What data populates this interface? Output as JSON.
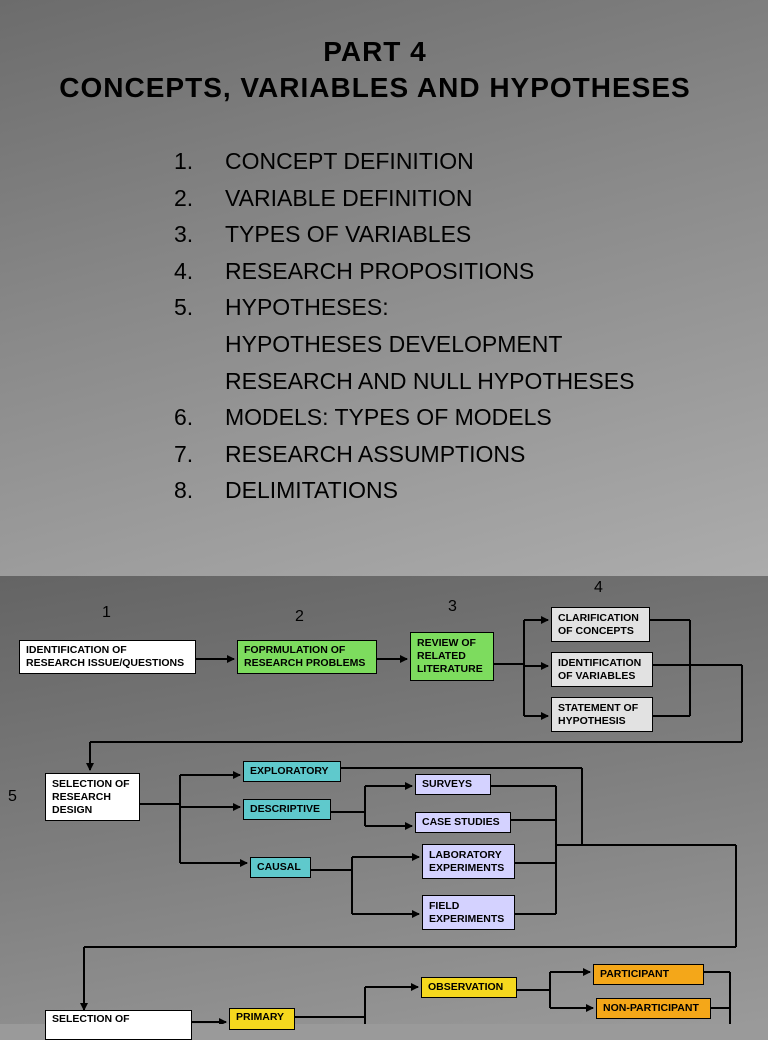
{
  "slide1": {
    "title_line1": "PART 4",
    "title_line2": "CONCEPTS, VARIABLES AND HYPOTHESES",
    "outline": [
      {
        "num": "1.",
        "text": "CONCEPT DEFINITION"
      },
      {
        "num": "2.",
        "text": "VARIABLE DEFINITION"
      },
      {
        "num": "3.",
        "text": "TYPES OF VARIABLES"
      },
      {
        "num": "4.",
        "text": "RESEARCH PROPOSITIONS"
      },
      {
        "num": "5.",
        "text": "HYPOTHESES:"
      },
      {
        "num": "",
        "text": "HYPOTHESES DEVELOPMENT"
      },
      {
        "num": "",
        "text": "RESEARCH AND NULL HYPOTHESES"
      },
      {
        "num": "6.",
        "text": "MODELS: TYPES OF MODELS"
      },
      {
        "num": "7.",
        "text": "RESEARCH ASSUMPTIONS"
      },
      {
        "num": "8.",
        "text": "DELIMITATIONS"
      }
    ]
  },
  "flowchart": {
    "step_numbers": {
      "s1": "1",
      "s2": "2",
      "s3": "3",
      "s4": "4",
      "s5": "5"
    },
    "boxes": {
      "identification": "IDENTIFICATION OF\nRESEARCH ISSUE/QUESTIONS",
      "formulation": "FOPRMULATION OF\nRESEARCH PROBLEMS",
      "review": "REVIEW OF\nRELATED\nLITERATURE",
      "clarification": "CLARIFICATION\nOF CONCEPTS",
      "ident_variables": "IDENTIFICATION\nOF VARIABLES",
      "statement": "STATEMENT OF\nHYPOTHESIS",
      "selection_design": "SELECTION OF\nRESEARCH\nDESIGN",
      "exploratory": "EXPLORATORY",
      "descriptive": "DESCRIPTIVE",
      "causal": "CAUSAL",
      "surveys": "SURVEYS",
      "case_studies": "CASE STUDIES",
      "lab_experiments": "LABORATORY\nEXPERIMENTS",
      "field_experiments": "FIELD\nEXPERIMENTS",
      "observation": "OBSERVATION",
      "participant": "PARTICIPANT",
      "non_participant": "NON-PARTICIPANT",
      "primary": "PRIMARY",
      "selection_of": "SELECTION OF"
    }
  }
}
